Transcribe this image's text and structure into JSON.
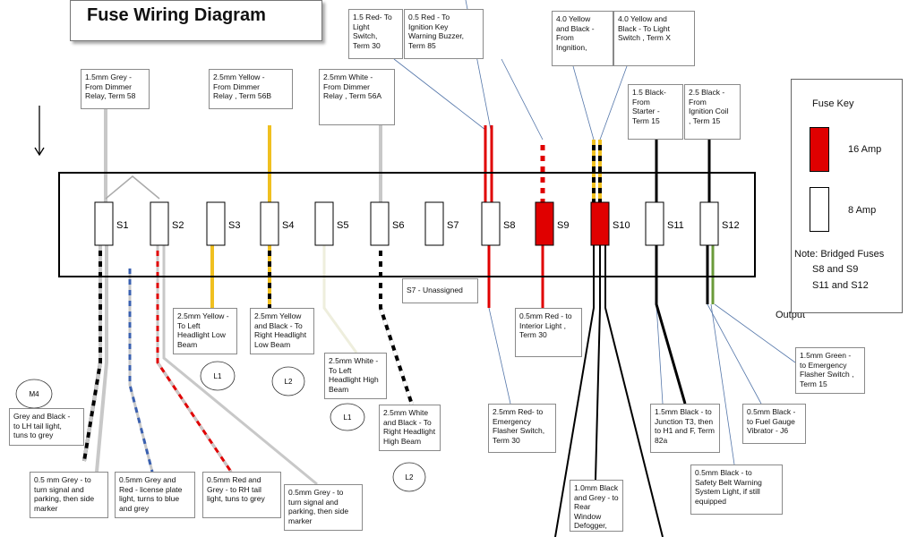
{
  "title": "Fuse Wiring Diagram",
  "fuses": [
    {
      "id": "S1",
      "amp": 8
    },
    {
      "id": "S2",
      "amp": 8
    },
    {
      "id": "S3",
      "amp": 8
    },
    {
      "id": "S4",
      "amp": 8
    },
    {
      "id": "S5",
      "amp": 8
    },
    {
      "id": "S6",
      "amp": 8
    },
    {
      "id": "S7",
      "amp": 8
    },
    {
      "id": "S8",
      "amp": 8
    },
    {
      "id": "S9",
      "amp": 16
    },
    {
      "id": "S10",
      "amp": 16
    },
    {
      "id": "S11",
      "amp": 8
    },
    {
      "id": "S12",
      "amp": 8
    }
  ],
  "top_labels": [
    "1.5mm  Grey -\nFrom Dimmer\nRelay, Term 58",
    "2.5mm  Yellow -\nFrom Dimmer\nRelay , Term 56B",
    "2.5mm  White -\nFrom Dimmer\nRelay , Term 56A",
    "1.5  Red- To\nLight\nSwitch,\nTerm 30",
    "0.5  Red - To\nIgnition Key\nWarning Buzzer,\nTerm  85",
    "4.0  Yellow\nand Black -\nFrom\nIngnition,",
    "4.0 Yellow and\nBlack - To Light\nSwitch , Term X",
    "1.5  Black-\nFrom\nStarter -\nTerm 15",
    "2.5  Black -\nFrom\nIgnition Coil\n, Term 15"
  ],
  "bottom_labels": [
    "Grey and Black -\nto LH tail light,\ntuns to grey",
    "0.5 mm Grey  - to\nturn signal and\nparking, then side\nmarker",
    "0.5mm Grey  and\nRed - license plate\nlight, turns to blue\nand grey",
    "0.5mm Red and\nGrey - to RH tail\nlight, tuns to grey",
    "0.5mm Grey - to\nturn signal and\nparking, then side\nmarker",
    "2.5mm  Yellow -\nTo Left\nHeadlight Low\nBeam",
    "2.5mm  Yellow\nand Black - To\nRight Headlight\nLow Beam",
    "2.5mm  White -\nTo Left\nHeadlight High\nBeam",
    "2.5mm White\nand Black - To\nRight Headlight\nHigh Beam",
    "S7 - Unassigned",
    "0.5mm Red - to\nInterior Light ,\nTerm 30",
    "2.5mm Red- to\nEmergency\nFlasher Switch,\nTerm 30",
    "1.0mm Black\nand Grey - to\nRear Window\nDefogger,",
    "1.5mm Black - to\nJunction T3,  then\nto H1 and F, Term\n82a",
    "0.5mm Black -\nto Fuel Gauge\nVibrator - J6",
    "0.5mm Black - to\nSafety Belt Warning\nSystem Light, if still\nequipped",
    "1.5mm Green -\nto Emergency\nFlasher Switch ,\nTerm 15"
  ],
  "circles": [
    "M4",
    "L1",
    "L2",
    "L1",
    "L2"
  ],
  "output_label": "Output",
  "fuse_key": {
    "title": "Fuse Key",
    "amp16": "16 Amp",
    "amp8": "8 Amp",
    "note_line1": "Note: Bridged Fuses",
    "note_line2": "S8 and S9",
    "note_line3": "S11 and S12"
  },
  "colors": {
    "fuse_16": "#e00000",
    "fuse_8": "#ffffff",
    "red": "#e00000",
    "yellow": "#f0c020",
    "grey": "#c8c8c8",
    "black": "#000000",
    "blue": "#3a60b0"
  }
}
